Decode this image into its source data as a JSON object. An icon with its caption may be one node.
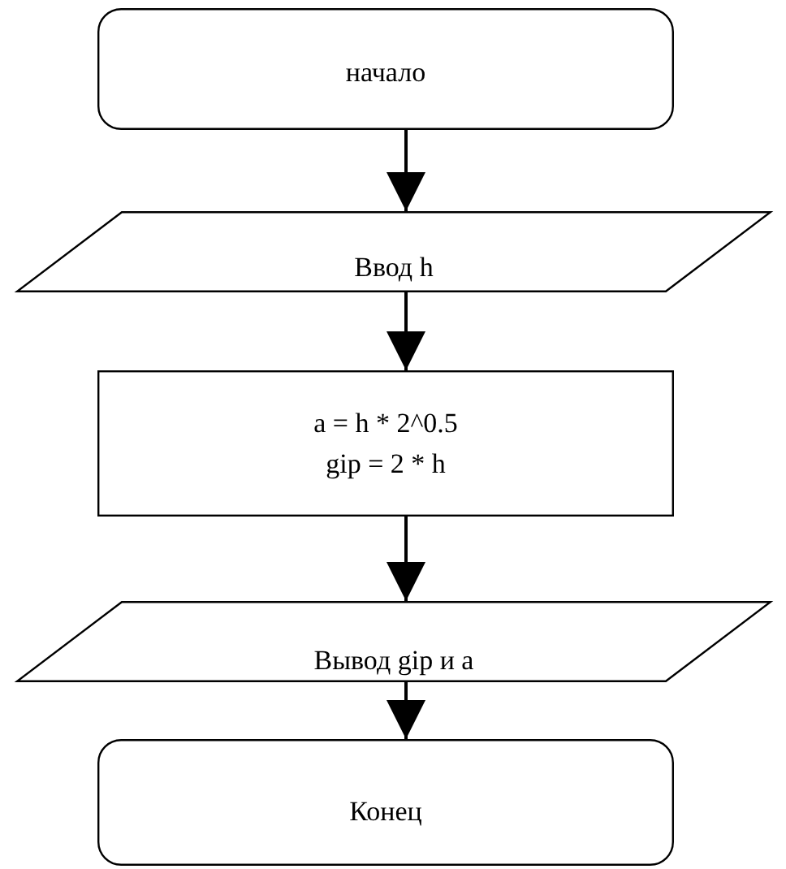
{
  "diagram": {
    "nodes": [
      {
        "text": [
          "начало"
        ]
      },
      {
        "text": [
          "Ввод h"
        ]
      },
      {
        "text": [
          "a = h * 2^0.5",
          "gip = 2 * h"
        ]
      },
      {
        "text": [
          "Вывод gip и a"
        ]
      },
      {
        "text": [
          "Конец"
        ]
      }
    ],
    "edges": [
      {
        "from": 0,
        "to": 1,
        "arrow": "to"
      },
      {
        "from": 1,
        "to": 2,
        "arrow": "to"
      },
      {
        "from": 2,
        "to": 3,
        "arrow": "to"
      },
      {
        "from": 3,
        "to": 4,
        "arrow": "to"
      }
    ]
  }
}
